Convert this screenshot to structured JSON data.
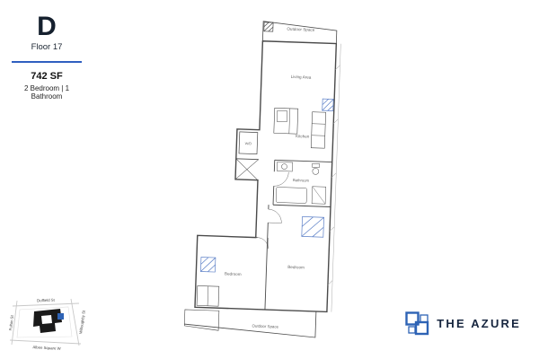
{
  "brand": {
    "accent_blue": "#2e63b5",
    "divider_blue": "#2f5fc0",
    "footprint_black": "#1a1a1a"
  },
  "unit": {
    "letter": "D",
    "floor": "Floor 17",
    "area": "742 SF",
    "config": "2 Bedroom | 1 Bathroom"
  },
  "floorplan": {
    "outdoor_space_top": "Outdoor Space",
    "living_area": "Living Area",
    "kitchen": "Kitchen",
    "washer_dryer": "W/D",
    "bathroom": "Bathroom",
    "bedroom_1": "Bedroom",
    "bedroom_2": "Bedroom",
    "outdoor_space_bottom": "Outdoor Space"
  },
  "keymap": {
    "street_top": "Duffield St",
    "street_left": "Fulton St",
    "street_right": "Willoughby St",
    "street_bottom": "Albee Square W"
  },
  "logo": {
    "name": "THE AZURE"
  }
}
